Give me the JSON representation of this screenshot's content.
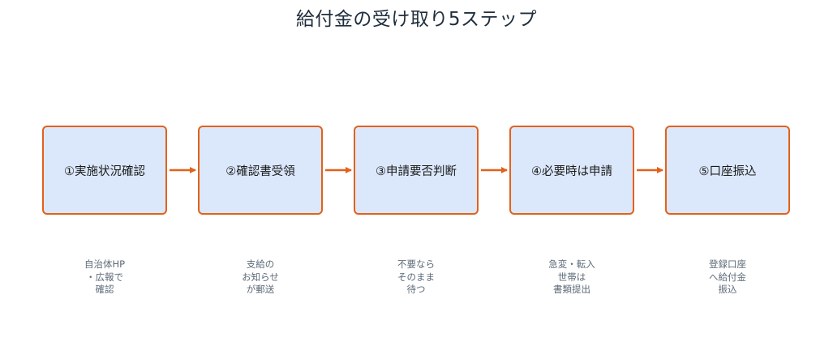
{
  "title": "給付金の受け取り5ステップ",
  "colors": {
    "box_fill": "#dbe8fb",
    "box_border": "#e3611b",
    "arrow": "#e3611b",
    "note_text": "#5d6b78"
  },
  "steps": [
    {
      "label": "①実施状況確認",
      "note": [
        "自治体HP",
        "・広報で",
        "確認"
      ]
    },
    {
      "label": "②確認書受領",
      "note": [
        "支給の",
        "お知らせ",
        "が郵送"
      ]
    },
    {
      "label": "③申請要否判断",
      "note": [
        "不要なら",
        "そのまま",
        "待つ"
      ]
    },
    {
      "label": "④必要時は申請",
      "note": [
        "急変・転入",
        "世帯は",
        "書類提出"
      ]
    },
    {
      "label": "⑤口座振込",
      "note": [
        "登録口座",
        "へ給付金",
        "振込"
      ]
    }
  ]
}
